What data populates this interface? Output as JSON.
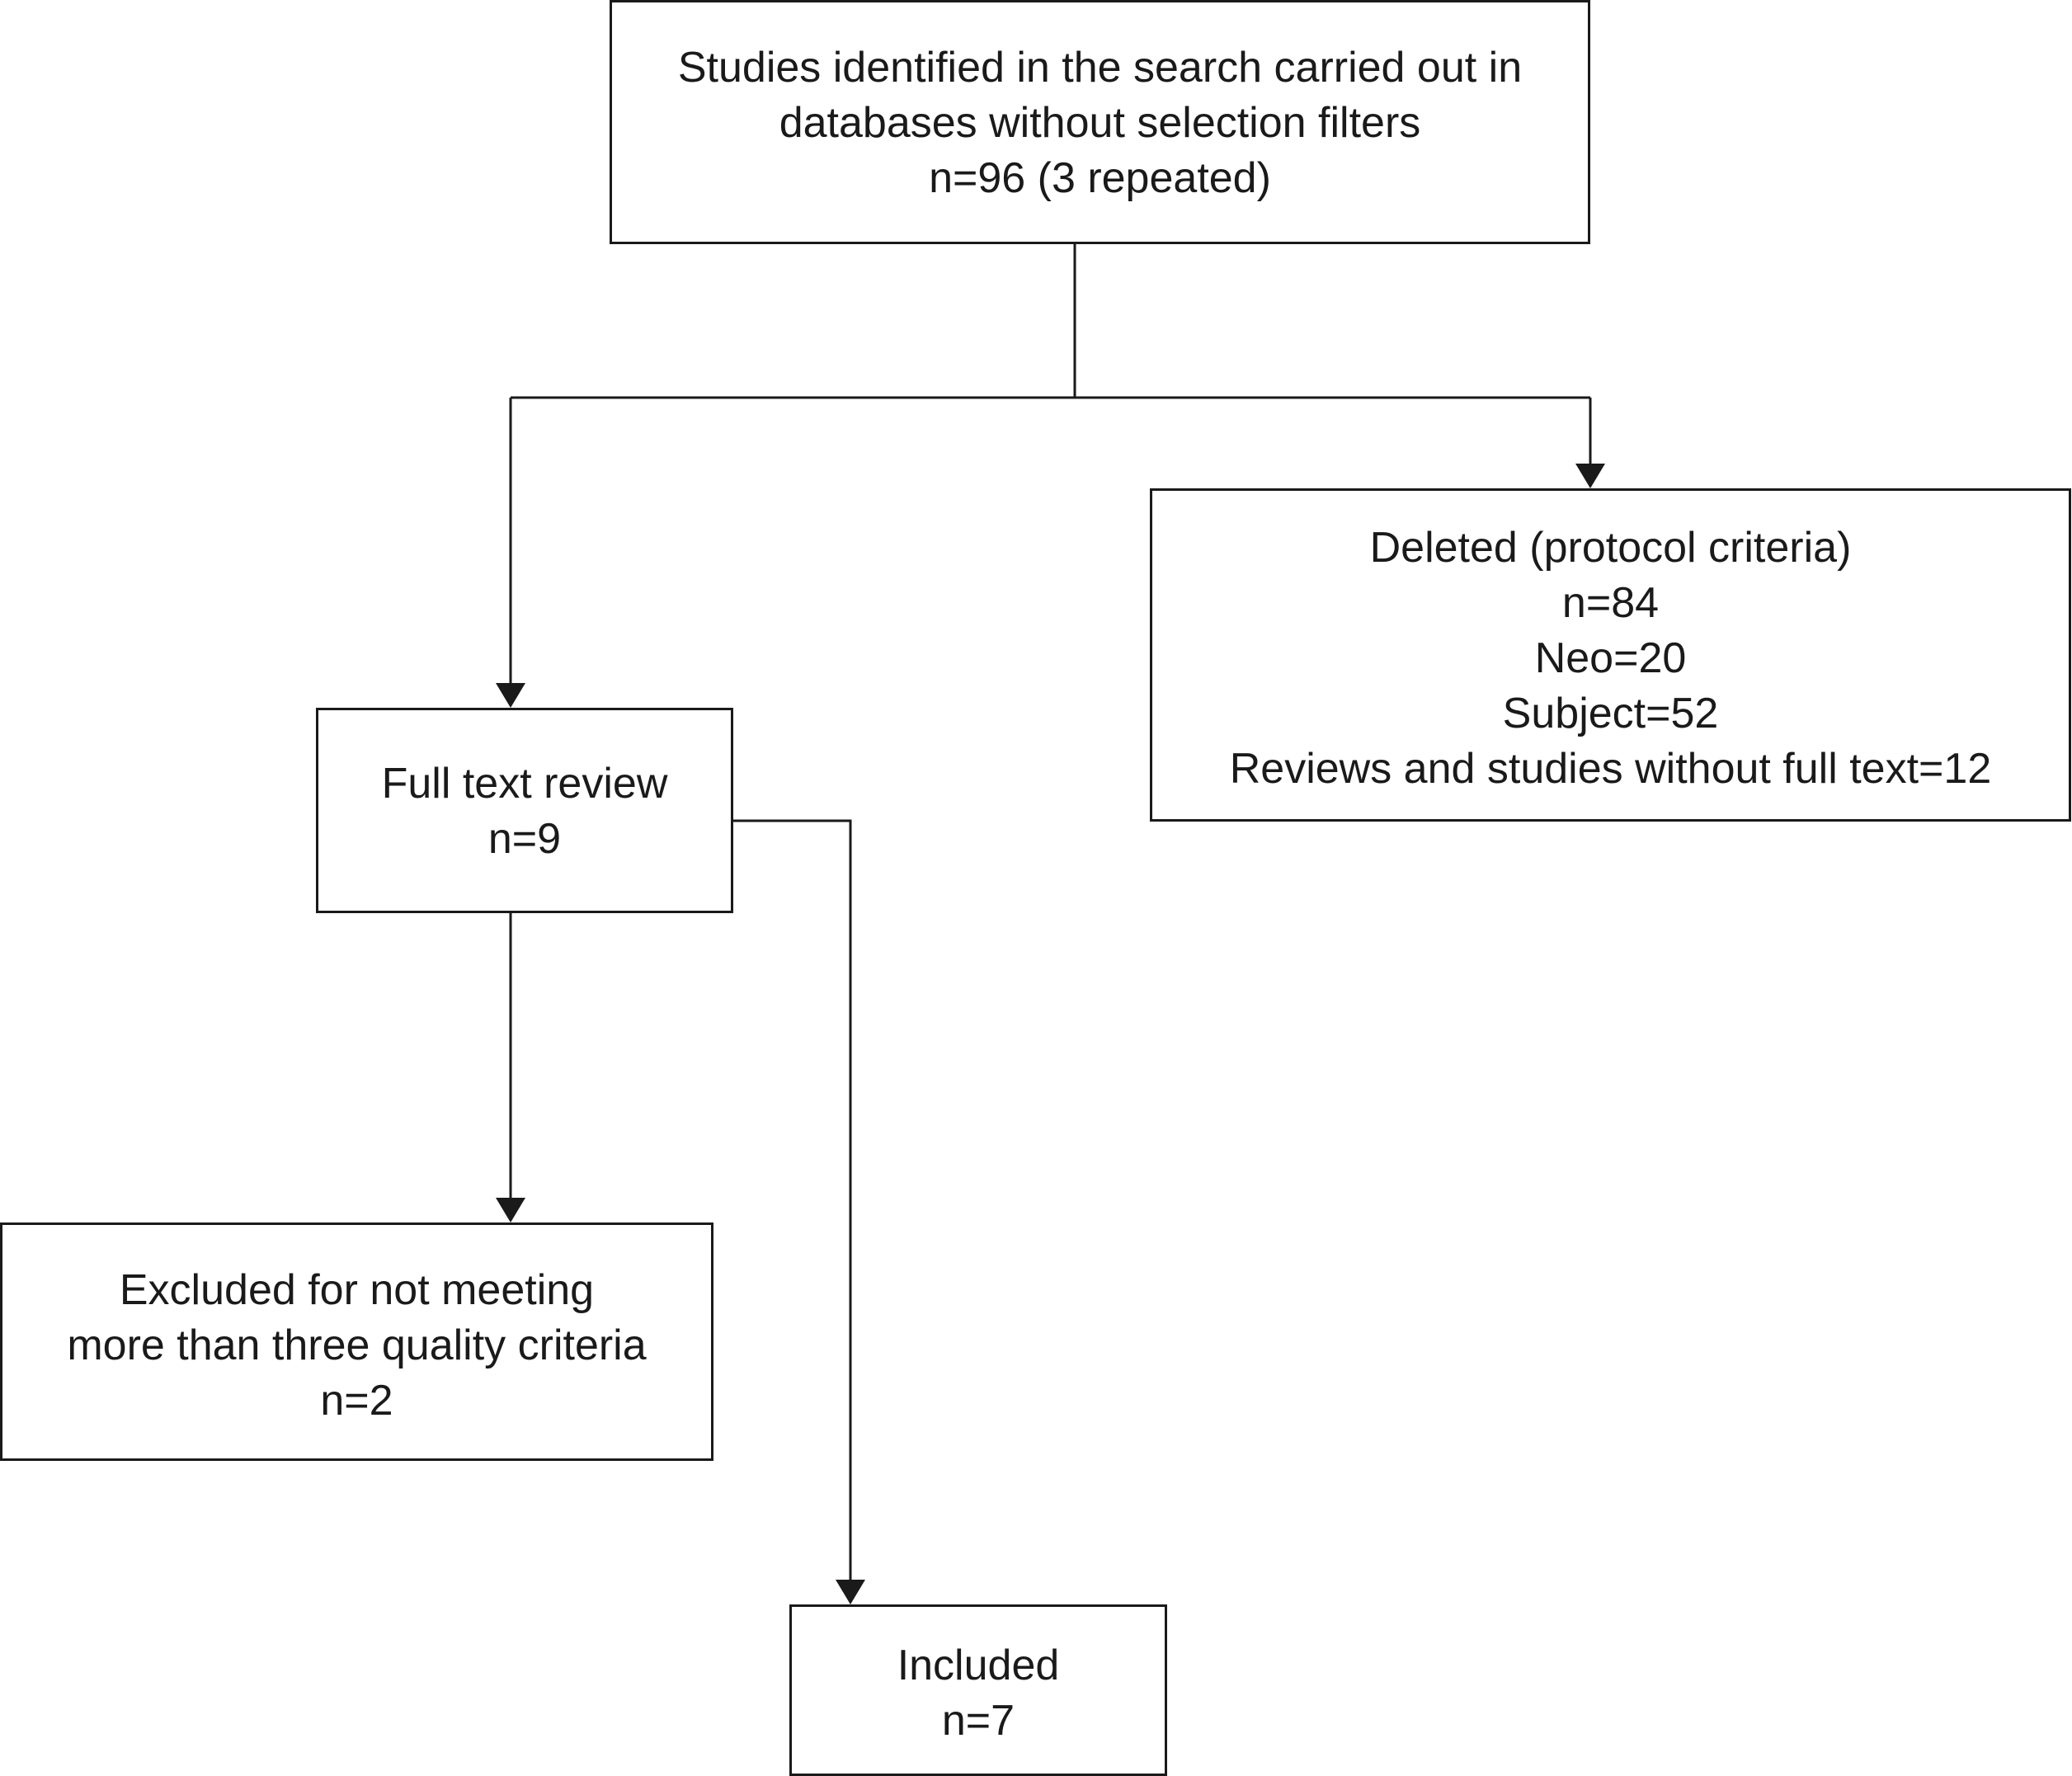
{
  "flowchart": {
    "identified": {
      "line1": "Studies identified in the search carried out in",
      "line2": "databases without selection filters",
      "line3": "n=96 (3 repeated)"
    },
    "deleted": {
      "line1": "Deleted (protocol criteria)",
      "line2": "n=84",
      "line3": "Neo=20",
      "line4": "Subject=52",
      "line5": "Reviews and studies without full text=12"
    },
    "full_text_review": {
      "line1": "Full text review",
      "line2": "n=9"
    },
    "excluded": {
      "line1": "Excluded for not meeting",
      "line2": "more than three quality criteria",
      "line3": "n=2"
    },
    "included": {
      "line1": "Included",
      "line2": "n=7"
    }
  },
  "colors": {
    "line": "#1a1a1a",
    "background": "#ffffff"
  }
}
